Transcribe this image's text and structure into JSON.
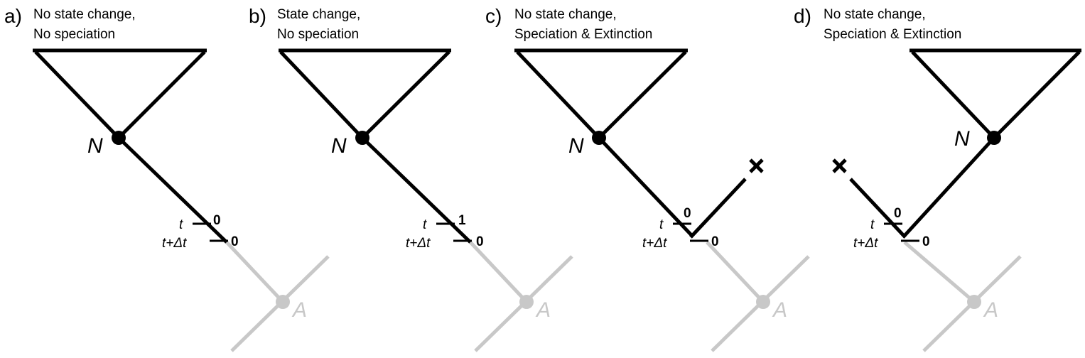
{
  "colors": {
    "tree": "#000000",
    "faded": "#c8c8c8"
  },
  "icons": {
    "extinction": "extinction-x-icon",
    "node": "node-dot"
  },
  "panels": [
    {
      "letter": "a)",
      "title_line1": "No state change,",
      "title_line2": "No speciation",
      "node_top": "N",
      "node_bottom": "A",
      "time_t": "t",
      "time_t_dt": "t+Δt",
      "state_t": "0",
      "state_t_dt": "0"
    },
    {
      "letter": "b)",
      "title_line1": "State change,",
      "title_line2": "No speciation",
      "node_top": "N",
      "node_bottom": "A",
      "time_t": "t",
      "time_t_dt": "t+Δt",
      "state_t": "1",
      "state_t_dt": "0"
    },
    {
      "letter": "c)",
      "title_line1": "No state change,",
      "title_line2": "Speciation & Extinction",
      "node_top": "N",
      "node_bottom": "A",
      "time_t": "t",
      "time_t_dt": "t+Δt",
      "state_t": "0",
      "state_t_dt": "0"
    },
    {
      "letter": "d)",
      "title_line1": "No state change,",
      "title_line2": "Speciation & Extinction",
      "node_top": "N",
      "node_bottom": "A",
      "time_t": "t",
      "time_t_dt": "t+Δt",
      "state_t": "0",
      "state_t_dt": "0"
    }
  ]
}
